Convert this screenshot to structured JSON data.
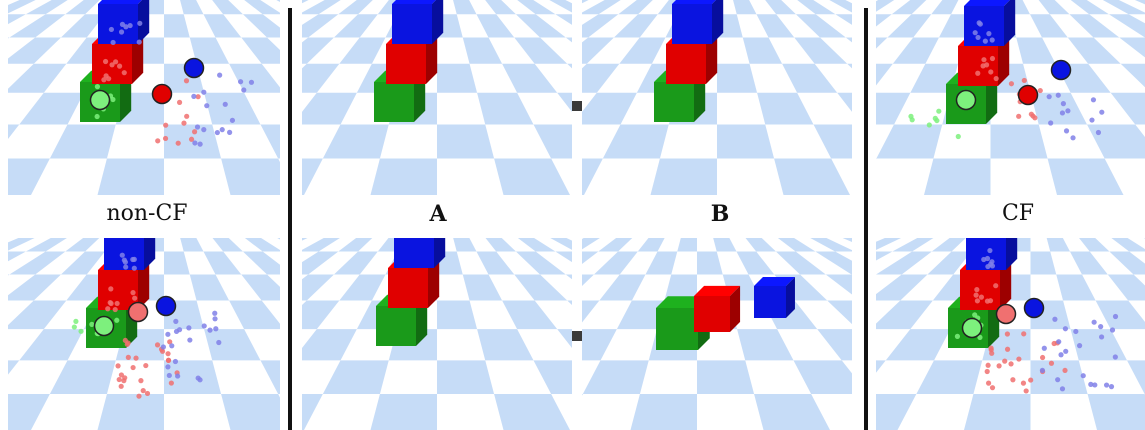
{
  "labels": {
    "left": "non-CF",
    "middle_a": "A",
    "middle_b": "B",
    "right": "CF"
  },
  "colors": {
    "floor_light": "#c6dcf7",
    "floor_white": "#ffffff",
    "block_red": "#e00000",
    "block_green": "#1a9a1a",
    "block_blue": "#0a14e0",
    "particle_red": "#f07070",
    "particle_green": "#7df07d",
    "particle_blue": "#8080e8",
    "divider": "#111111",
    "arrow": "#3a3a3a"
  },
  "icons": [
    "right-arrow-icon"
  ]
}
